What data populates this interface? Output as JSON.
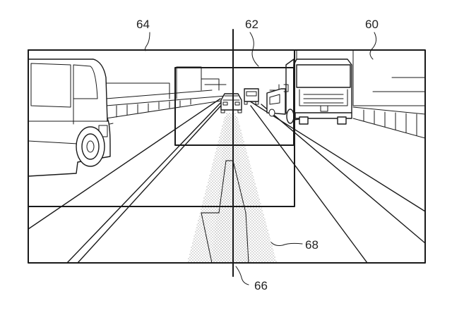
{
  "figure": {
    "labels": {
      "ref_60": "60",
      "ref_62": "62",
      "ref_64": "64",
      "ref_66": "66",
      "ref_68": "68"
    },
    "colors": {
      "line": "#1a1a1a",
      "background": "#ffffff",
      "stipple": "#555555"
    }
  }
}
